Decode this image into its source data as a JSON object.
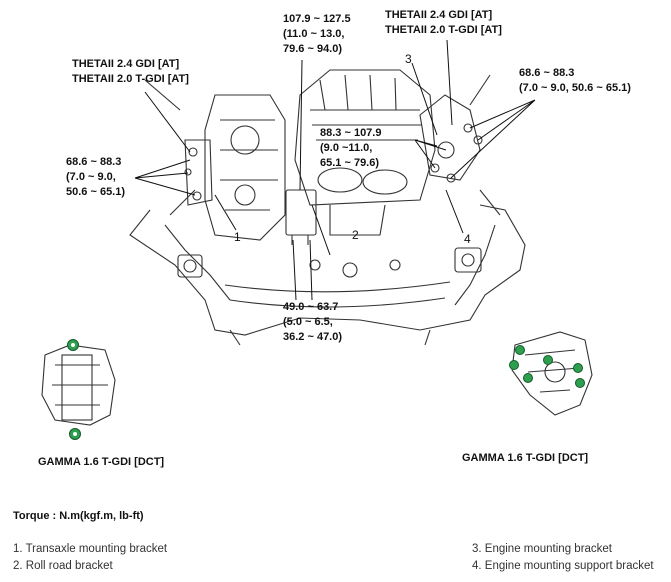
{
  "labels": {
    "torque_top_center": "107.9 ~ 127.5\n(11.0 ~ 13.0,\n79.6 ~ 94.0)",
    "theta_left": "THETAII 2.4 GDI [AT]\nTHETAII 2.0 T-GDI [AT]",
    "theta_right": "THETAII 2.4 GDI [AT]\nTHETAII 2.0 T-GDI [AT]",
    "torque_right_top": "68.6 ~ 88.3\n(7.0 ~ 9.0, 50.6 ~ 65.1)",
    "torque_left": "68.6 ~ 88.3\n(7.0 ~ 9.0,\n50.6 ~ 65.1)",
    "torque_center_right": "88.3 ~ 107.9\n(9.0 ~11.0,\n65.1 ~ 79.6)",
    "torque_bottom_center": "49.0 ~ 63.7\n(5.0 ~ 6.5,\n36.2 ~ 47.0)"
  },
  "callouts": {
    "n1": "1",
    "n2": "2",
    "n3": "3",
    "n4": "4"
  },
  "captions": {
    "left": "GAMMA 1.6 T-GDI [DCT]",
    "right": "GAMMA 1.6 T-GDI [DCT]"
  },
  "torque_unit": "Torque : N.m(kgf.m, lb-ft)",
  "legend": {
    "item1": "1. Transaxle mounting bracket",
    "item2": "2. Roll road bracket",
    "item3": "3. Engine mounting bracket",
    "item4": "4. Engine mounting support bracket"
  },
  "colors": {
    "bolt_highlight": "#2e9e4f",
    "line": "#222222"
  }
}
